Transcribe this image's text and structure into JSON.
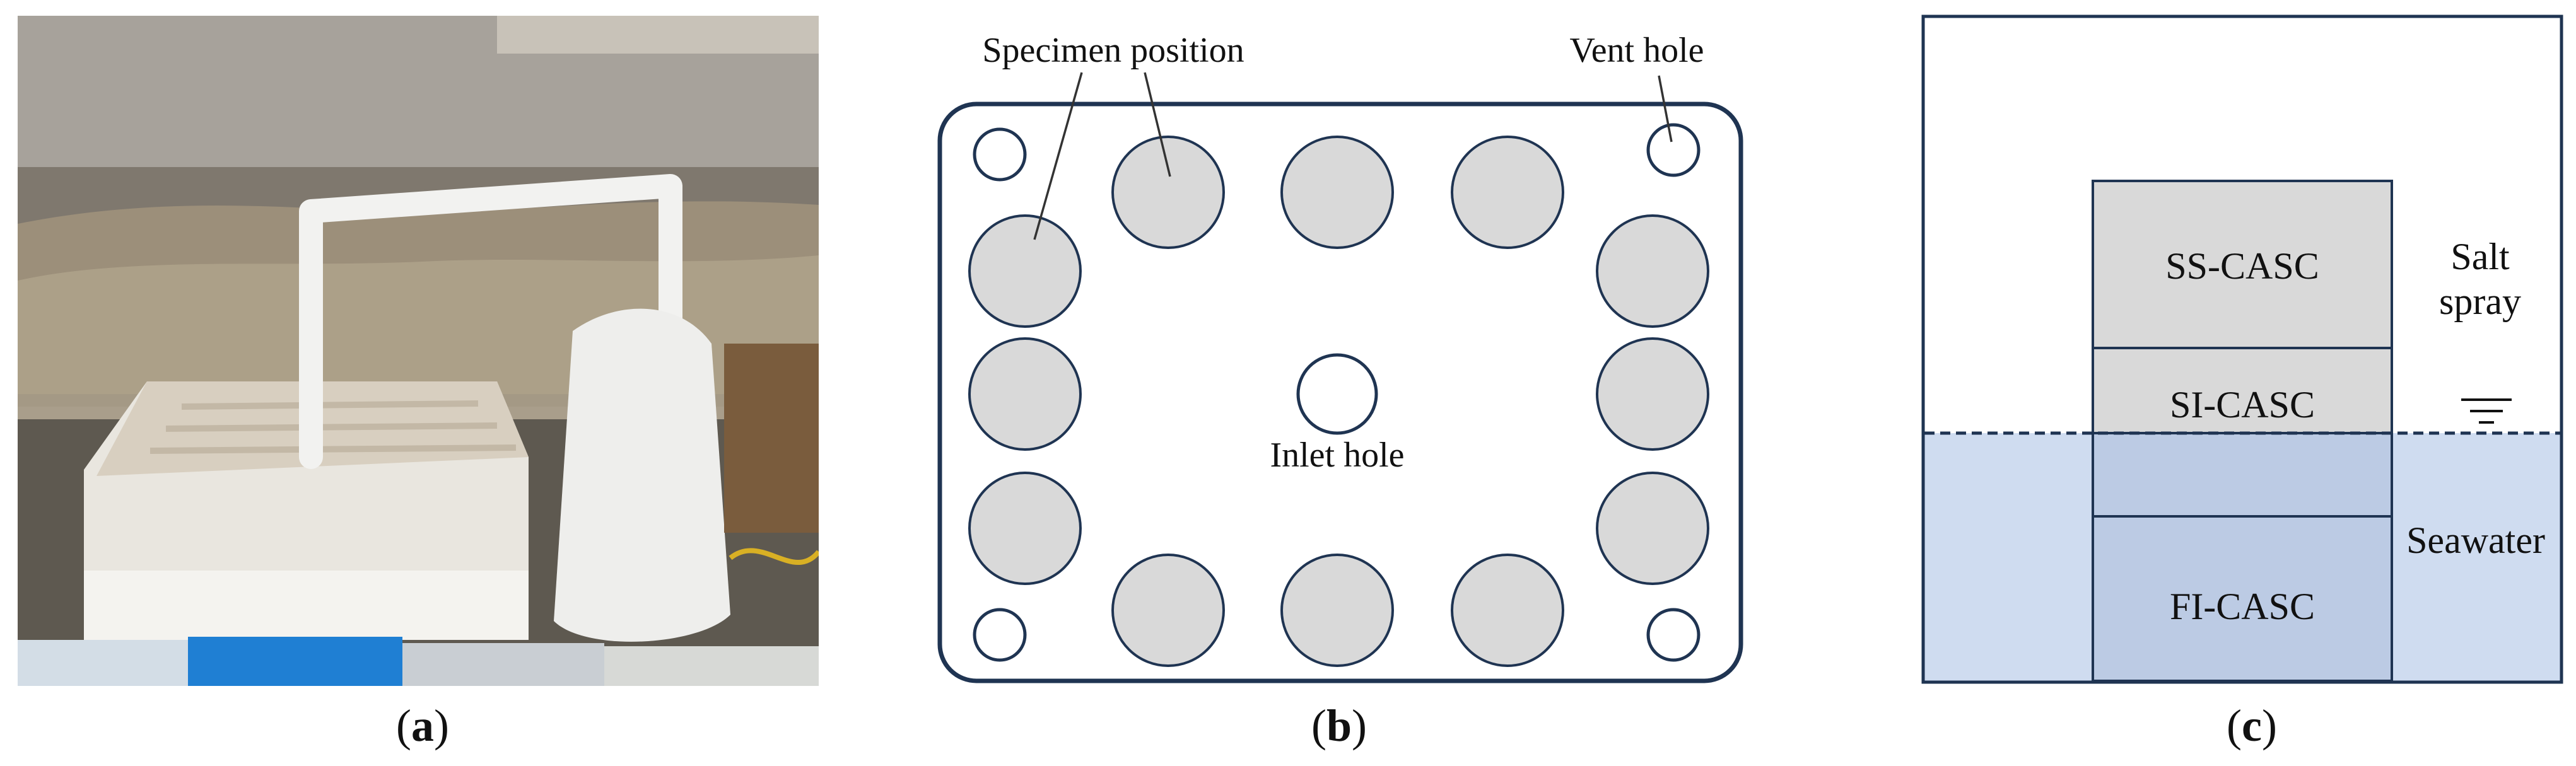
{
  "panel_a": {
    "caption_open": "(",
    "caption_letter": "a",
    "caption_close": ")"
  },
  "panel_b": {
    "caption_open": "(",
    "caption_letter": "b",
    "caption_close": ")",
    "label_specimen": "Specimen position",
    "label_vent": "Vent hole",
    "label_inlet": "Inlet hole"
  },
  "panel_c": {
    "caption_open": "(",
    "caption_letter": "c",
    "caption_close": ")",
    "label_ss": "SS-CASC",
    "label_si": "SI-CASC",
    "label_fi": "FI-CASC",
    "label_salt_line1": "Salt",
    "label_salt_line2": "spray",
    "label_seawater": "Seawater"
  },
  "colors": {
    "outline": "#1f3452",
    "specimen_fill": "#d9d9d9",
    "seawater_fill": "#cfdcf0",
    "specimen_under_water": "#bccbe4"
  }
}
